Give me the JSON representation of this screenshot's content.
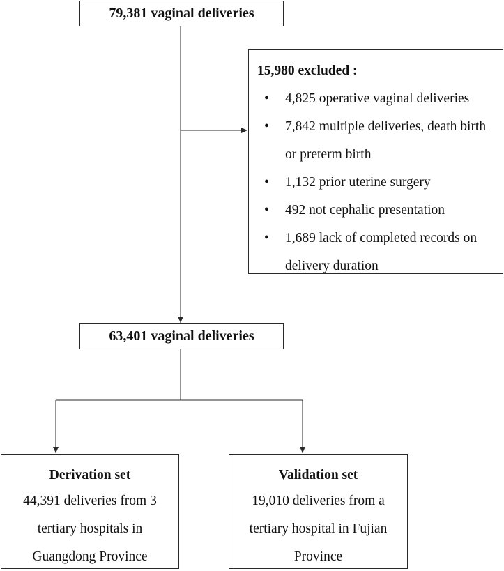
{
  "total": {
    "label": "79,381 vaginal deliveries"
  },
  "excluded": {
    "title": "15,980 excluded :",
    "bullet": "•",
    "items": [
      "4,825 operative vaginal deliveries",
      "7,842 multiple deliveries, death birth or preterm birth",
      "1,132 prior uterine surgery",
      "492 not cephalic presentation",
      "1,689 lack of completed records on delivery duration"
    ]
  },
  "remaining": {
    "label": "63,401 vaginal deliveries"
  },
  "derivation": {
    "title": "Derivation set",
    "description": "44,391 deliveries from 3 tertiary hospitals in Guangdong Province"
  },
  "validation": {
    "title": "Validation set",
    "description": "19,010 deliveries from a tertiary hospital in Fujian Province"
  },
  "colors": {
    "line": "#2a2a2a",
    "border": "#2a2a2a",
    "text": "#111111"
  }
}
